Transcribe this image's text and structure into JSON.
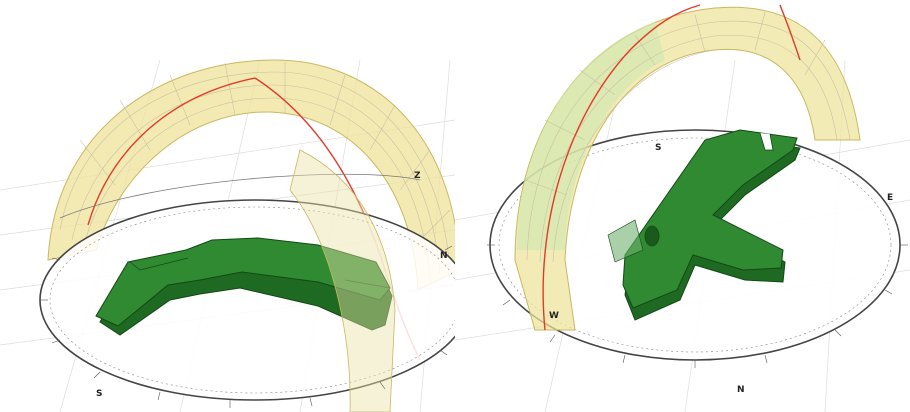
{
  "colors": {
    "band_fill": "#efe39a",
    "band_fill_green": "#cfe8b0",
    "band_stroke": "#c9b860",
    "grid_line": "#c8c0a0",
    "sun_path": "#e23a2a",
    "dial_ring": "#444444",
    "object_top": "#2f8a32",
    "object_side": "#1f6a22",
    "object_edge": "#124a14",
    "ground_grid": "#dddddd"
  },
  "left_view": {
    "compass_letters": [
      "S",
      "N"
    ],
    "annotations": [
      "Z"
    ]
  },
  "right_view": {
    "compass_letters": [
      "N",
      "W",
      "S",
      "E"
    ]
  }
}
